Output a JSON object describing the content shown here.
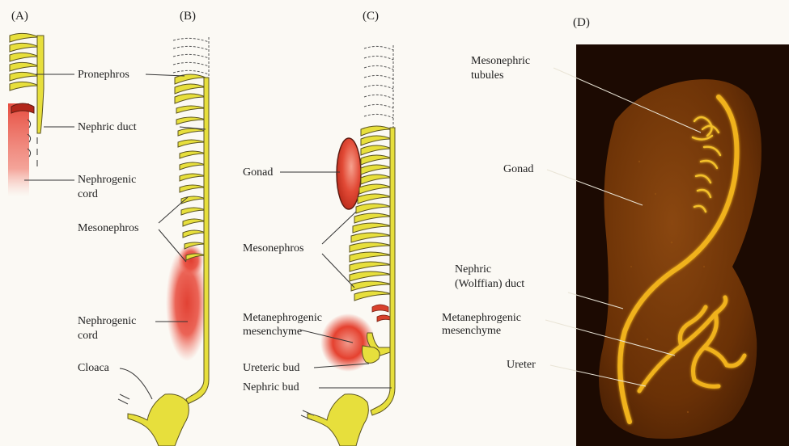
{
  "panels": {
    "a": "(A)",
    "b": "(B)",
    "c": "(C)",
    "d": "(D)"
  },
  "labels_a": {
    "pronephros": "Pronephros",
    "nephric_duct": "Nephric duct",
    "nephrogenic_cord_1": "Nephrogenic",
    "nephrogenic_cord_2": "cord"
  },
  "labels_b": {
    "mesonephros": "Mesonephros",
    "nephrogenic_cord_1": "Nephrogenic",
    "nephrogenic_cord_2": "cord",
    "cloaca": "Cloaca"
  },
  "labels_c": {
    "gonad": "Gonad",
    "mesonephros": "Mesonephros",
    "metanephrogenic_1": "Metanephrogenic",
    "metanephrogenic_2": "mesenchyme",
    "ureteric_bud": "Ureteric bud",
    "nephric_bud": "Nephric bud"
  },
  "labels_d": {
    "mesonephric_tubules_1": "Mesonephric",
    "mesonephric_tubules_2": "tubules",
    "gonad": "Gonad",
    "nephric_wolffian_1": "Nephric",
    "nephric_wolffian_2": "(Wolffian) duct",
    "metanephrogenic_1": "Metanephrogenic",
    "metanephrogenic_2": "mesenchyme",
    "ureter": "Ureter"
  },
  "colors": {
    "tissue_yellow": "#e7df3c",
    "outline": "#5b5420",
    "mesenchyme_red": "#e23a2c",
    "photo_background": "#1c0a02",
    "photo_tissue": "#7a3b08",
    "photo_glow": "#f0b21c"
  }
}
